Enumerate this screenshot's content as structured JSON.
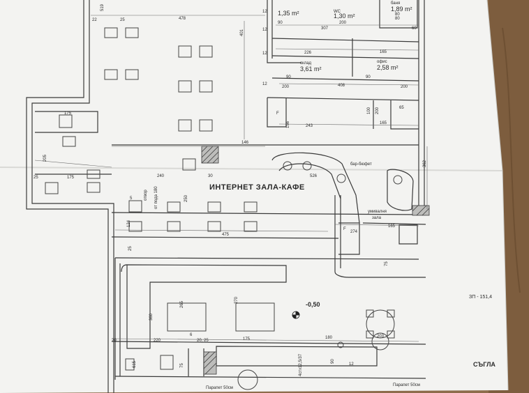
{
  "plan": {
    "title": "ИНТЕРНЕТ ЗАЛА-КАФЕ",
    "rooms": {
      "room1_area": "1,35 m²",
      "wc_label": "WC",
      "wc_area": "1,30 m²",
      "bath_label": "баня",
      "bath_area": "1,89 m²",
      "storage_label": "склад",
      "storage_area": "3,61 m²",
      "office_label": "офис",
      "office_area": "2,58 m²",
      "bar_label": "бар-бюфет",
      "sink_label": "умивалня",
      "sink_label2": "зала"
    },
    "notes": {
      "opening_label": "отвор",
      "from_floor": "от пода 180",
      "level": "-0,50",
      "elevation": "ЗП - 151,4",
      "corner_label": "СЪГЛА",
      "parapet_left": "Парапет 50см",
      "parapet_right": "Парапет 50см",
      "steps_label": "4стх12,5/37"
    },
    "dims": {
      "d519": "519",
      "d22": "22",
      "d25": "25",
      "d478": "478",
      "d401": "401",
      "d12a": "12",
      "d12b": "12",
      "d12c": "12",
      "d12d": "12",
      "d307": "307",
      "d200a": "200",
      "d90a": "90",
      "d80": "80",
      "d60": "60",
      "d226": "226",
      "d165a": "165",
      "d90b": "90",
      "d90c": "90",
      "d200b": "200",
      "d408": "408",
      "d200c": "200",
      "d175a": "175",
      "d146": "146",
      "d243": "243",
      "d156": "156",
      "d100": "100",
      "d200d": "200",
      "d65": "65",
      "d165b": "165",
      "d205": "205",
      "d25b": "25",
      "d175b": "175",
      "d240": "240",
      "d30": "30",
      "d526": "526",
      "d362": "362",
      "d5": "5",
      "d250": "250",
      "d124": "124",
      "d475": "475",
      "d274": "274",
      "d165c": "165",
      "d25c": "25",
      "d75": "75",
      "d360": "360",
      "d265": "265",
      "d270": "270",
      "d20": "20",
      "d220": "220",
      "d6": "6",
      "d2025": "20, 25",
      "d175c": "175",
      "d180": "180",
      "d203": "203",
      "d615": "615",
      "d75b": "75",
      "d90d": "90",
      "d12e": "12",
      "dF1": "F",
      "dF2": "F",
      "d80b": "80"
    },
    "colors": {
      "paper": "#f4f4f2",
      "line": "#3a3a3a",
      "wood": "#8a6a4a"
    }
  }
}
